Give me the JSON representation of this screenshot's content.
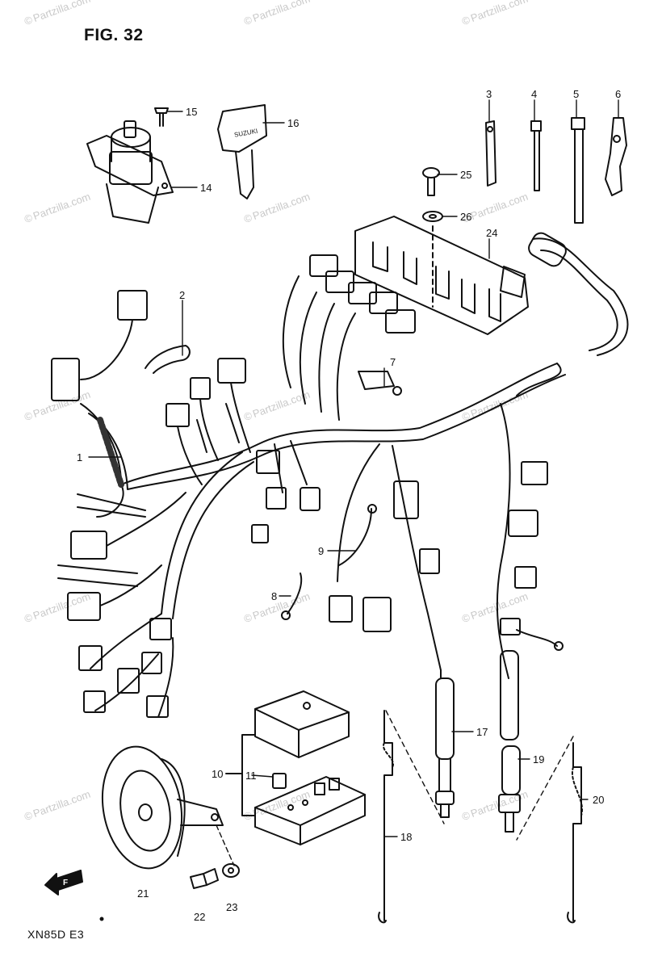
{
  "figure": {
    "title": "FIG. 32",
    "model_code": "XN85D E3",
    "front_arrow_label": "F"
  },
  "watermark": {
    "text": "Partzilla.com",
    "symbol": "©"
  },
  "parts": [
    {
      "ref": "1"
    },
    {
      "ref": "2"
    },
    {
      "ref": "3"
    },
    {
      "ref": "4"
    },
    {
      "ref": "5"
    },
    {
      "ref": "6"
    },
    {
      "ref": "7"
    },
    {
      "ref": "8"
    },
    {
      "ref": "9"
    },
    {
      "ref": "10"
    },
    {
      "ref": "11"
    },
    {
      "ref": "14"
    },
    {
      "ref": "15"
    },
    {
      "ref": "16"
    },
    {
      "ref": "17"
    },
    {
      "ref": "18"
    },
    {
      "ref": "19"
    },
    {
      "ref": "20"
    },
    {
      "ref": "21"
    },
    {
      "ref": "22"
    },
    {
      "ref": "23"
    },
    {
      "ref": "24"
    },
    {
      "ref": "25"
    },
    {
      "ref": "26"
    }
  ],
  "key_imprint": "SUZUKI"
}
